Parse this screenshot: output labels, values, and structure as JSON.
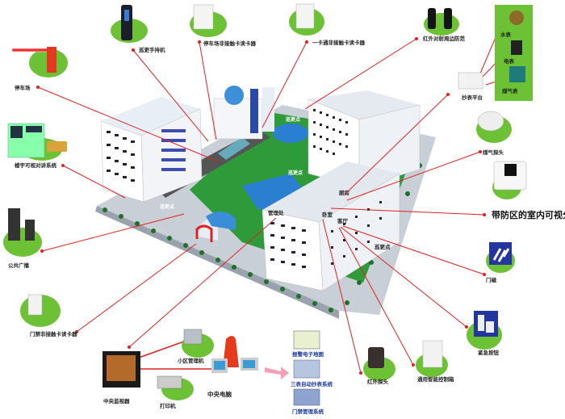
{
  "title": "智能小区系统示意图",
  "colors": {
    "lead_line": "#e02020",
    "pad": "#6cc234",
    "lawn": "#2f9a3a",
    "water": "#2a7fd0"
  },
  "devices": {
    "patrol_handheld": "巡更手持机",
    "parking_reader": "停车场非接触卡读卡器",
    "card_reader": "一卡通非接触卡读卡器",
    "ir_perimeter": "红外对射周边防范",
    "parking": "停车场",
    "meter_platform": "抄表平台",
    "water_meter": "水表",
    "electric_meter": "电表",
    "gas_meter": "煤气表",
    "intercom_system": "楼宇可视对讲系统",
    "gas_detector": "煤气探头",
    "indoor_unit": "带防区的室内可视分机",
    "broadcast": "公共广播",
    "door_sensor": "门磁",
    "access_reader": "门禁非接触卡读卡器",
    "panic_button": "紧急按钮",
    "ir_detector": "红外探头",
    "control_box": "通用智能控制箱",
    "central_monitor": "中央监视器",
    "management_unit": "小区管理机",
    "printer": "打印机",
    "central_computer": "中央电脑",
    "alarm_map": "报警电子地图",
    "meter_system": "三表自动抄表系统",
    "access_system": "门禁管理系统"
  },
  "building_labels": {
    "patrol1": "巡更点",
    "patrol2": "巡更点",
    "patrol3": "巡更点",
    "patrol4": "巡更点",
    "office": "管理处",
    "bedroom": "卧室",
    "living": "客厅",
    "kitchen": "厨房"
  }
}
